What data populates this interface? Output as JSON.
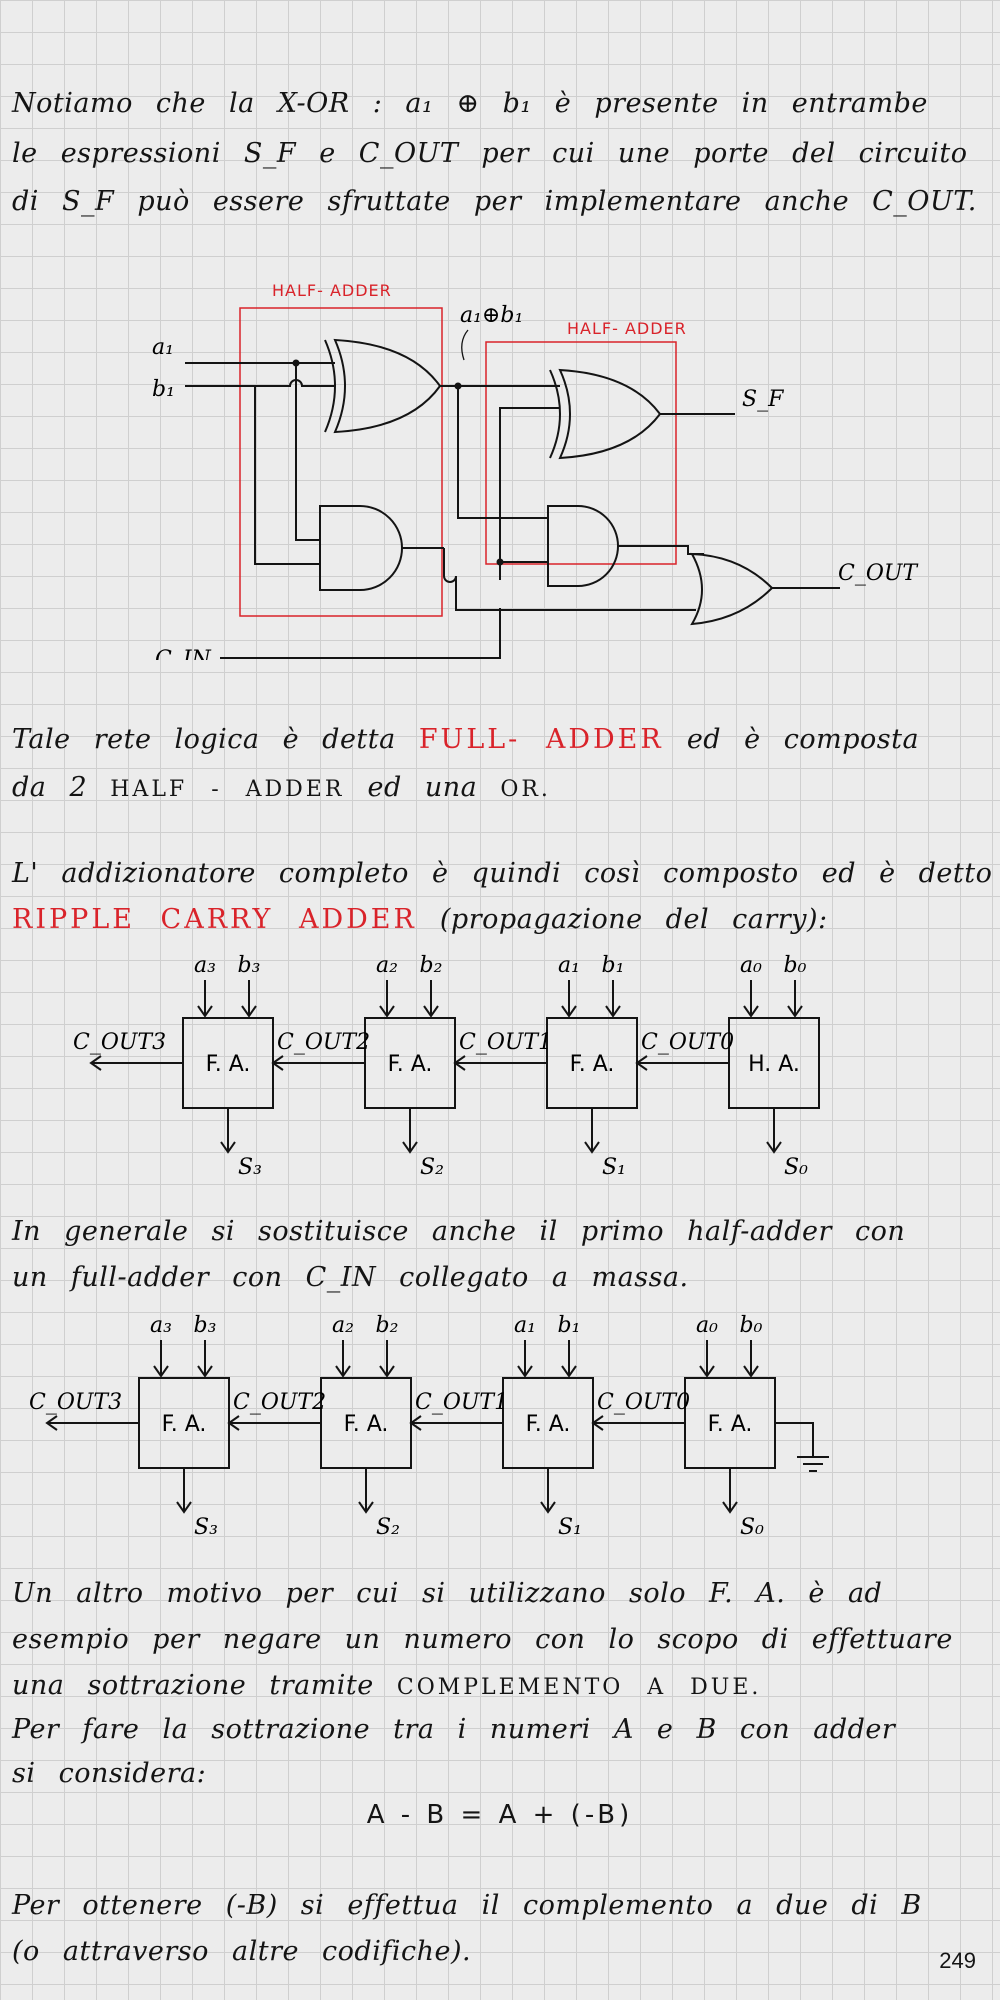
{
  "intro": {
    "line1": "Notiamo che la X-OR : a₁ ⊕ b₁ è presente in entrambe",
    "line2": "le espressioni S_F e C_OUT per cui une porte del circuito",
    "line3": "di S_F può essere sfruttate per implementare anche C_OUT."
  },
  "circuit": {
    "half_adder_1": "HALF- ADDER",
    "half_adder_2": "HALF- ADDER",
    "xor_label": "a₁⊕b₁",
    "in_a": "a₁",
    "in_b": "b₁",
    "in_cin": "C_IN",
    "out_sf": "S_F",
    "out_cout": "C_OUT"
  },
  "fulladder_text": {
    "l1_start": "Tale rete logica è detta",
    "l1_red": "FULL- ADDER",
    "l1_end": "ed è composta",
    "l2_start": "da 2",
    "l2_caps": "HALF - ADDER",
    "l2_mid": "ed una",
    "l2_caps2": "OR."
  },
  "ripple_text": {
    "l1": "L' addizionatore completo è quindi così composto ed è detto",
    "l2_red": "RIPPLE CARRY ADDER",
    "l2_end": "(propagazione del carry):"
  },
  "ripple1": {
    "blocks": [
      "F. A.",
      "F. A.",
      "F. A.",
      "H. A."
    ],
    "inputs": [
      [
        "a₃",
        "b₃"
      ],
      [
        "a₂",
        "b₂"
      ],
      [
        "a₁",
        "b₁"
      ],
      [
        "a₀",
        "b₀"
      ]
    ],
    "carries": [
      "C_OUT3",
      "C_OUT2",
      "C_OUT1",
      "C_OUT0"
    ],
    "outputs": [
      "S₃",
      "S₂",
      "S₁",
      "S₀"
    ]
  },
  "general_text": {
    "l1": "In generale si sostituisce anche il primo half-adder con",
    "l2": "un full-adder con C_IN collegato a massa."
  },
  "ripple2": {
    "blocks": [
      "F. A.",
      "F. A.",
      "F. A.",
      "F. A."
    ],
    "inputs": [
      [
        "a₃",
        "b₃"
      ],
      [
        "a₂",
        "b₂"
      ],
      [
        "a₁",
        "b₁"
      ],
      [
        "a₀",
        "b₀"
      ]
    ],
    "carries": [
      "C_OUT3",
      "C_OUT2",
      "C_OUT1",
      "C_OUT0"
    ],
    "outputs": [
      "S₃",
      "S₂",
      "S₁",
      "S₀"
    ]
  },
  "motive_text": {
    "l1": "Un altro motivo per cui si utilizzano solo F. A. è ad",
    "l2": "esempio per negare un numero con lo scopo di effettuare",
    "l3_start": "una sottrazione tramite",
    "l3_caps": "COMPLEMENTO A DUE.",
    "l4": "Per fare la sottrazione tra i numeri A e B con adder",
    "l5": "si considera:"
  },
  "formula": "A - B = A + (-B)",
  "final_text": {
    "l1": "Per ottenere (-B) si effettua il complemento a due di B",
    "l2": "(o attraverso altre codifiche)."
  },
  "page_number": "249",
  "colors": {
    "ink": "#141414",
    "red": "#d9232a",
    "grid": "#cfcfcf",
    "paper": "#ececec"
  }
}
